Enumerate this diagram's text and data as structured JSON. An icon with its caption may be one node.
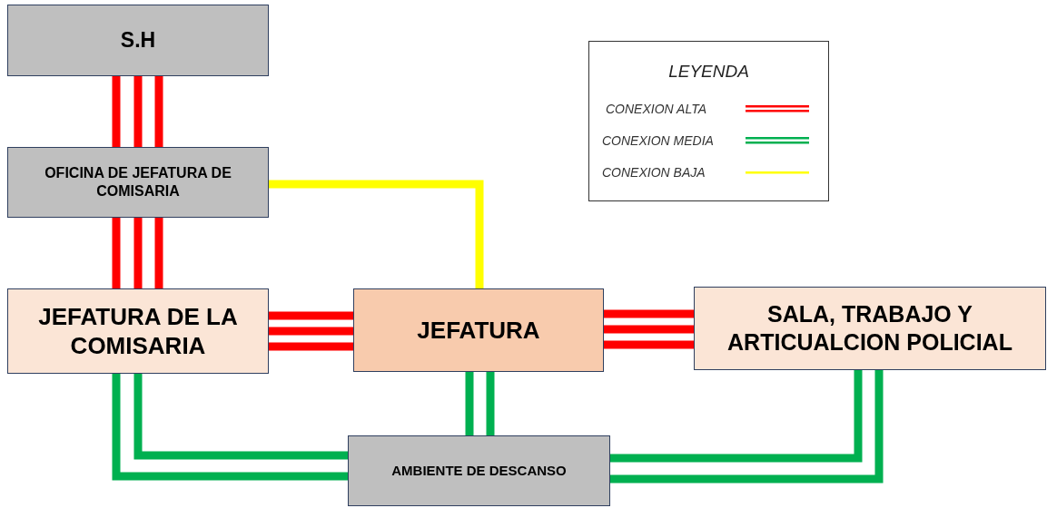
{
  "diagram": {
    "nodes": [
      {
        "text": [
          "S.H"
        ]
      },
      {
        "text": [
          "OFICINA DE JEFATURA DE COMISARIA"
        ]
      },
      {
        "text": [
          "JEFATURA DE LA COMISARIA"
        ]
      },
      {
        "text": [
          "JEFATURA"
        ]
      },
      {
        "text": [
          "SALA, TRABAJO Y ARTICUALCION POLICIAL"
        ]
      },
      {
        "text": [
          "AMBIENTE DE DESCANSO"
        ]
      }
    ],
    "edges": [
      {
        "from": 0,
        "to": 1,
        "arrow": "none"
      },
      {
        "from": 1,
        "to": 2,
        "arrow": "none"
      },
      {
        "from": 2,
        "to": 3,
        "arrow": "none"
      },
      {
        "from": 3,
        "to": 4,
        "arrow": "none"
      },
      {
        "from": 1,
        "to": 3,
        "arrow": "none",
        "color": "#ffff00"
      },
      {
        "from": 2,
        "to": 5,
        "arrow": "none",
        "color": "#00b050"
      },
      {
        "from": 3,
        "to": 5,
        "arrow": "none",
        "color": "#00b050"
      },
      {
        "from": 4,
        "to": 5,
        "arrow": "none",
        "color": "#00b050"
      }
    ],
    "labels": [
      "LEYENDA"
    ],
    "legend": [
      {
        "text": "CONEXION ALTA"
      },
      {
        "text": "CONEXION MEDIA"
      },
      {
        "text": "CONEXION BAJA"
      }
    ]
  }
}
